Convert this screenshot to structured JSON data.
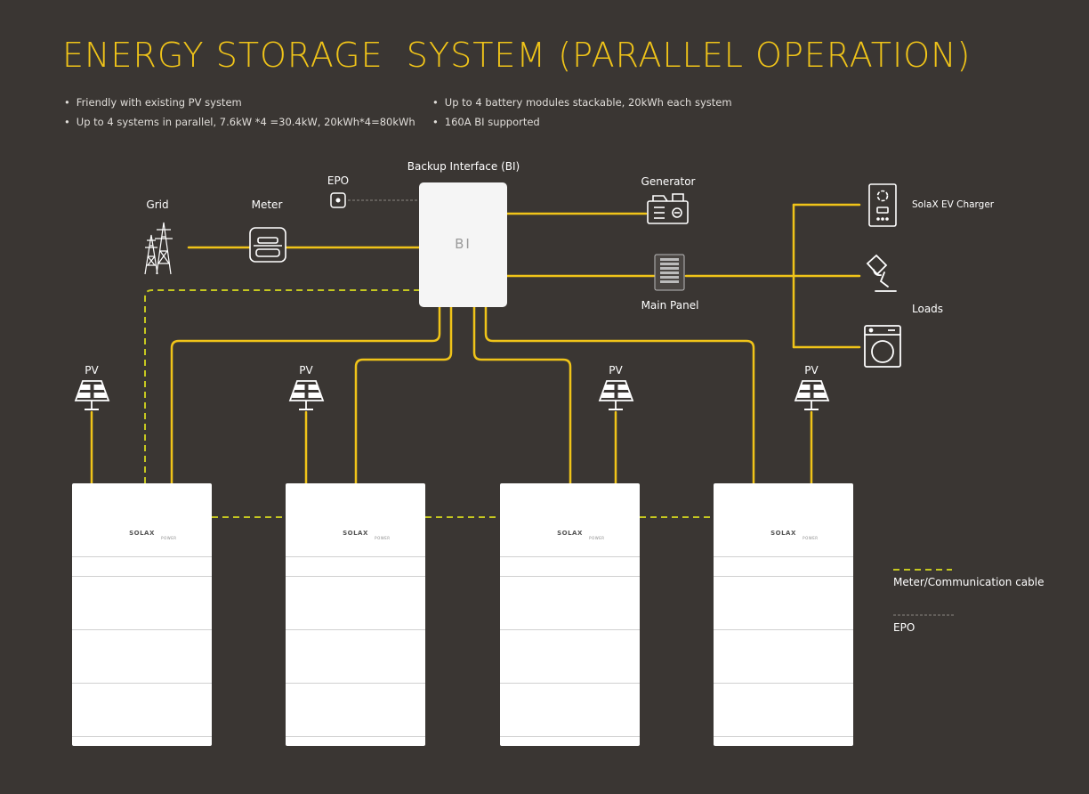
{
  "title": "ENERGY STORAGE  SYSTEM (PARALLEL OPERATION)",
  "bullets_left": [
    "Friendly with existing PV system",
    "Up to 4 systems in parallel, 7.6kW *4 =30.4kW, 20kWh*4=80kWh"
  ],
  "bullets_right": [
    "Up to 4 battery modules stackable, 20kWh each system",
    "160A BI supported"
  ],
  "labels": {
    "backup_interface": "Backup Interface (BI)",
    "bi": "BI",
    "epo": "EPO",
    "generator": "Generator",
    "grid": "Grid",
    "meter": "Meter",
    "main_panel": "Main Panel",
    "ev_charger": "SolaX EV Charger",
    "loads": "Loads",
    "pv": "PV"
  },
  "battery_brand": {
    "name": "SOLAX",
    "sub": "POWER"
  },
  "legend": {
    "communication": "Meter/Communication cable",
    "epo": "EPO"
  },
  "colors": {
    "background": "#3a3633",
    "accent_yellow": "#f0c419",
    "comm_dash": "#c6c820",
    "epo_dash": "#8a8580"
  }
}
